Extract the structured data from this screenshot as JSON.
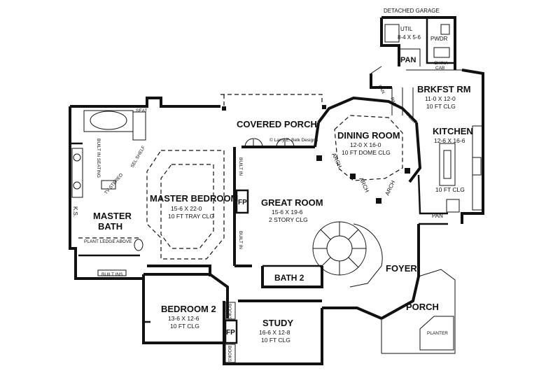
{
  "rooms": {
    "detached_garage": {
      "name": "DETACHED GARAGE"
    },
    "util": {
      "name": "UTIL",
      "dim": "8-4 X 5-6"
    },
    "pwdr": {
      "name": "PWDR"
    },
    "pan_upper": {
      "name": "PAN"
    },
    "china_cab": {
      "line1": "CHINA",
      "line2": "CAB"
    },
    "brkfst_rm": {
      "name": "BRKFST RM",
      "dim": "11-0 X 12-0",
      "clg": "10 FT CLG"
    },
    "kitchen": {
      "name": "KITCHEN",
      "dim": "12-6 X 16-6",
      "clg": "10 FT CLG"
    },
    "covered_porch": {
      "name": "COVERED PORCH"
    },
    "credit": {
      "text": "© Larry E. Belk Designs"
    },
    "dining_room": {
      "name": "DINING ROOM",
      "dim": "12-0 X 16-0",
      "clg": "10 FT DOME CLG"
    },
    "master_bedroom": {
      "name": "MASTER BEDROOM",
      "dim": "15-6 X 22-0",
      "clg": "10 FT TRAY CLG"
    },
    "great_room": {
      "name": "GREAT ROOM",
      "dim": "15-6 X 19-6",
      "clg": "2 STORY CLG"
    },
    "master_bath": {
      "line1": "MASTER",
      "line2": "BATH"
    },
    "bath2": {
      "name": "BATH 2"
    },
    "foyer": {
      "name": "FOYER"
    },
    "bedroom2": {
      "name": "BEDROOM 2",
      "dim": "13-6 X 12-6",
      "clg": "10 FT CLG"
    },
    "study": {
      "name": "STUDY",
      "dim": "16-6 X 12-8",
      "clg": "10 FT CLG"
    },
    "porch": {
      "name": "PORCH"
    }
  },
  "labels": {
    "seat": "SEAT",
    "built_in_seating": "BUILT IN SEATING",
    "ks": "K.S.",
    "tv_stereo": "TV STEREO",
    "sel_shelf": "SEL SHELF",
    "plant_ledge": "PLANT LEDGE ABOVE",
    "built_ins": "BUILT INS",
    "built_in_1": "BUILT IN",
    "built_in_2": "BUILT IN",
    "fp_great": "FP",
    "fp_study": "FP",
    "books_1": "BOOKS",
    "books_2": "BOOKS",
    "arch_1": "ARCH",
    "arch_2": "ARCH",
    "arch_3": "ARCH",
    "pan_1": "PAN",
    "pan_2": "PAN",
    "desk": "DESK",
    "pan_lower": "PAN",
    "planter": "PLANTER"
  }
}
